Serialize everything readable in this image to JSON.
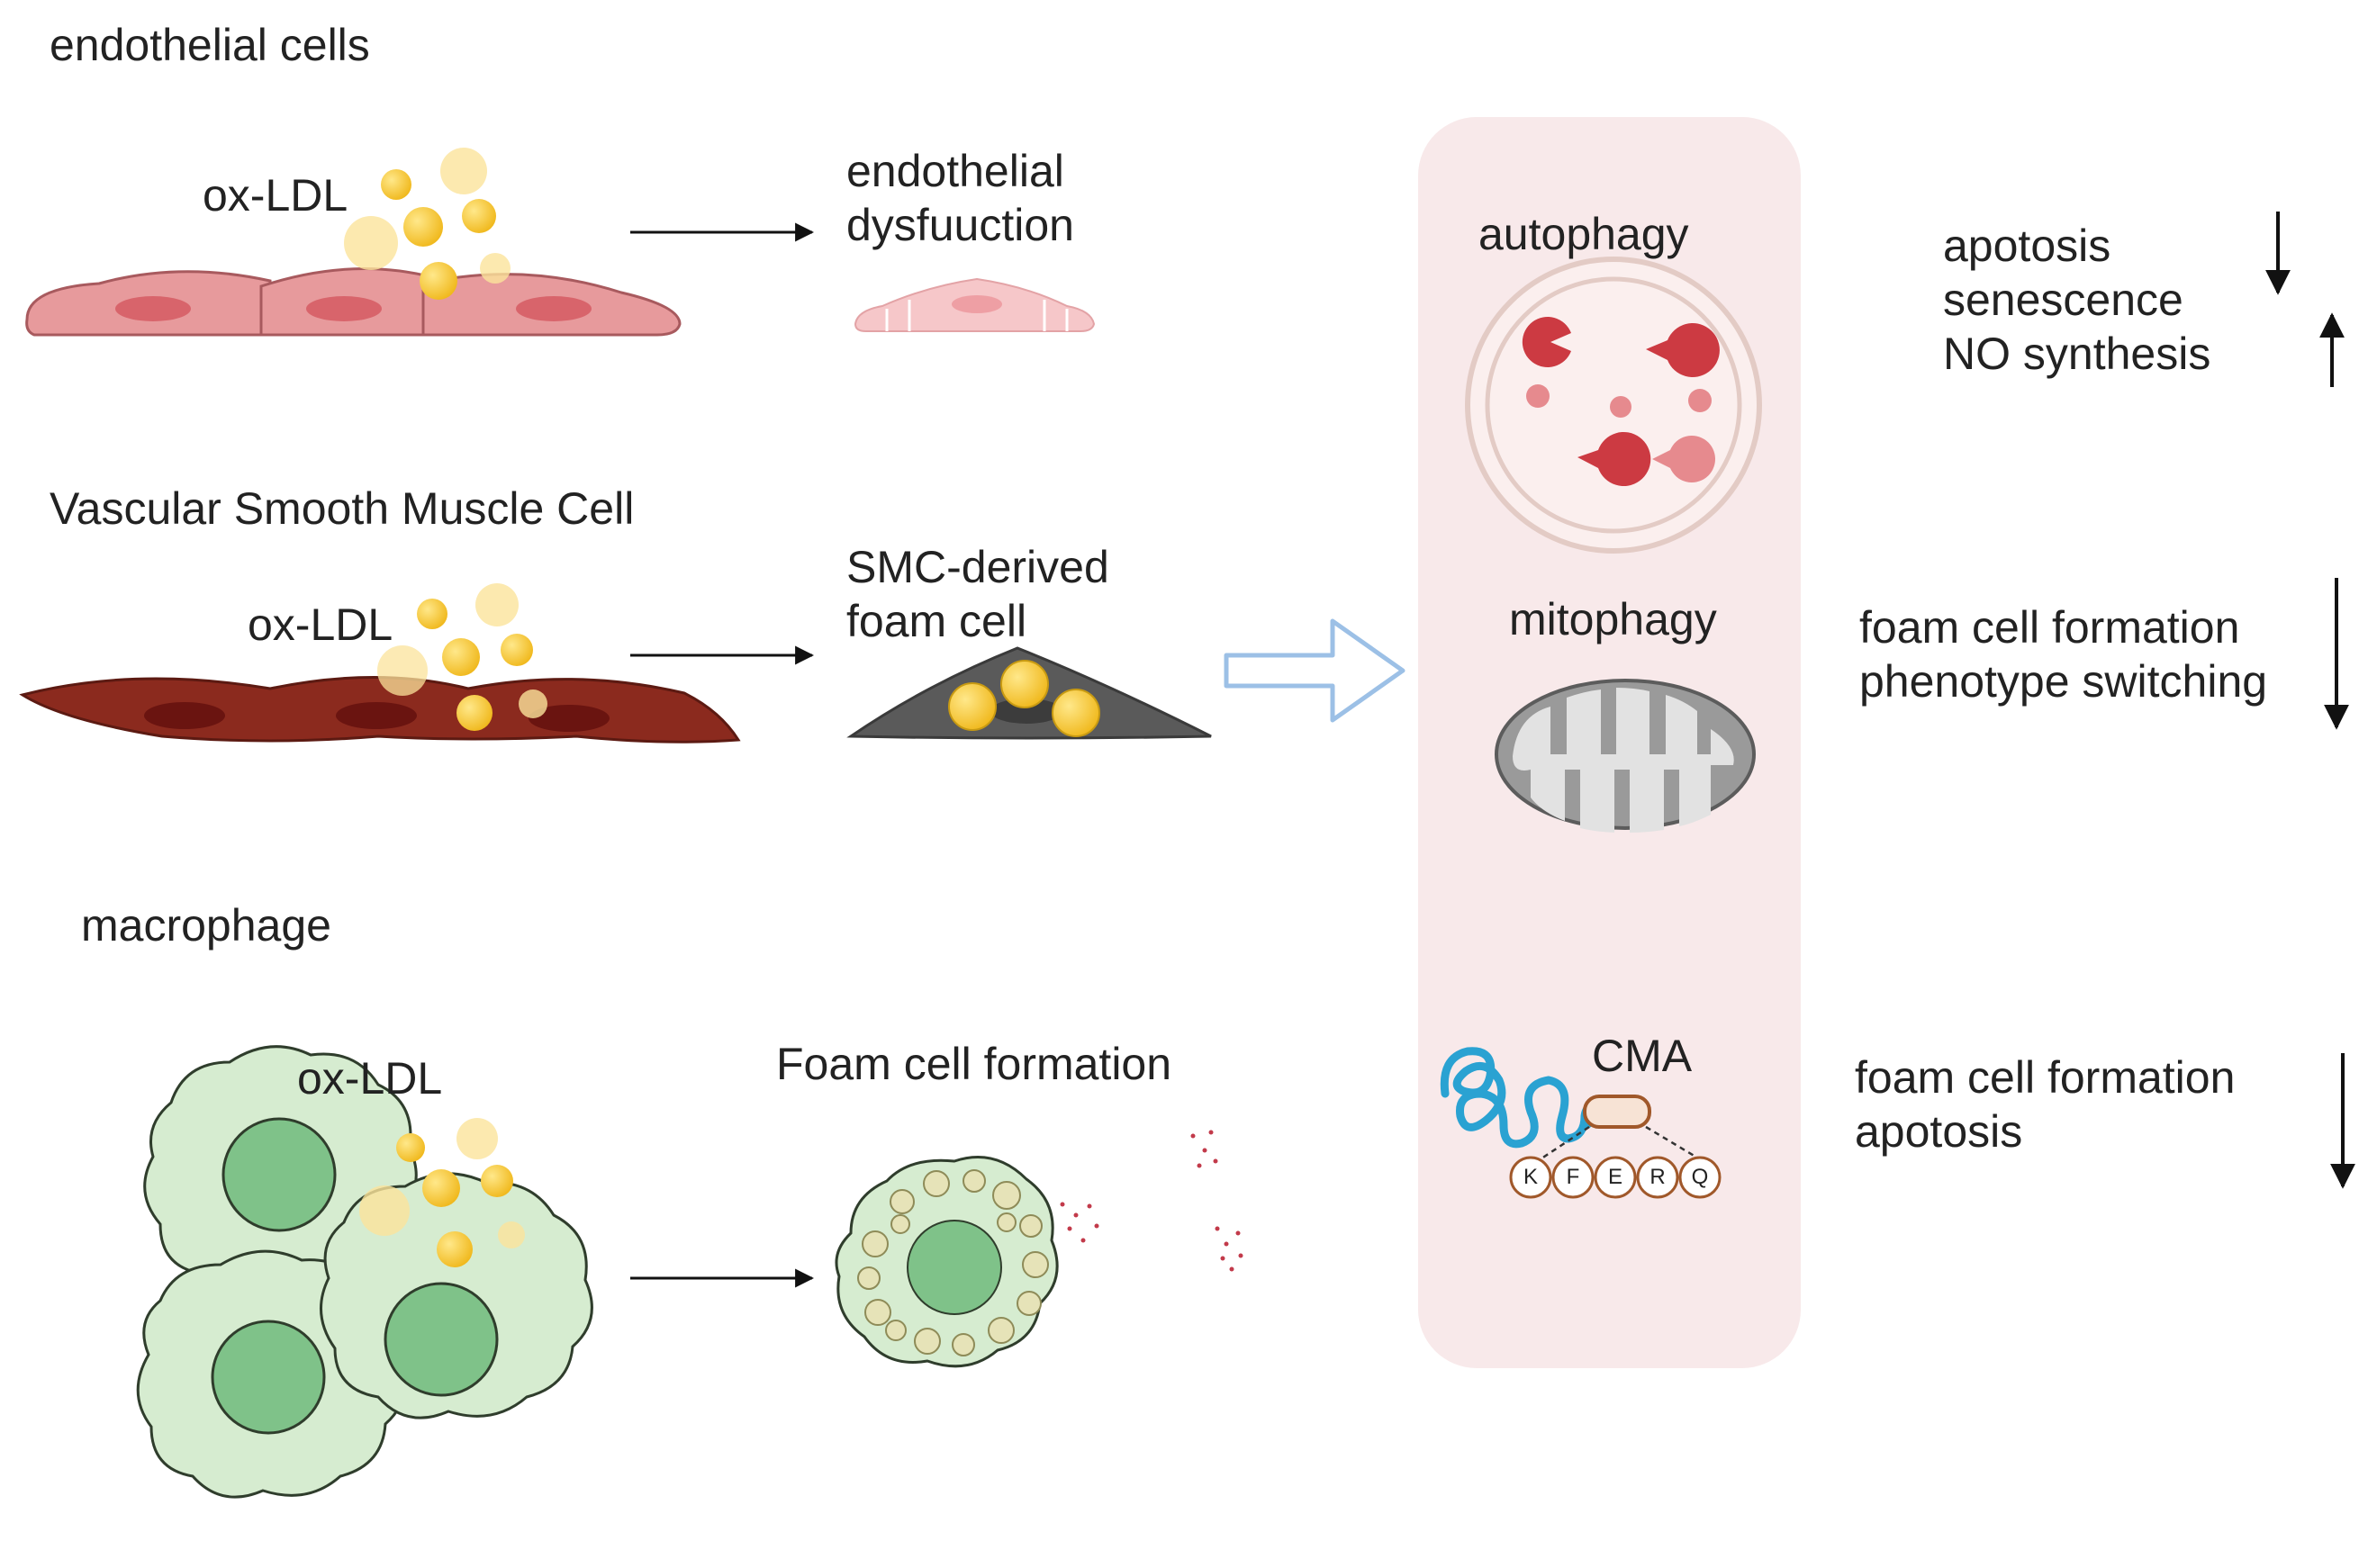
{
  "rows": {
    "endothelial": {
      "title": "endothelial cells",
      "stimulus": "ox-LDL",
      "outcome_line1": "endothelial",
      "outcome_line2": "dysfuuction"
    },
    "vsmc": {
      "title": "Vascular Smooth Muscle Cell",
      "stimulus": "ox-LDL",
      "outcome_line1": "SMC-derived",
      "outcome_line2": "foam cell"
    },
    "macrophage": {
      "title": "macrophage",
      "stimulus": "ox-LDL",
      "outcome": "Foam cell formation"
    }
  },
  "pathways": {
    "autophagy": {
      "label": "autophagy",
      "effects": [
        "apotosis",
        "senescence",
        "NO synthesis"
      ]
    },
    "mitophagy": {
      "label": "mitophagy",
      "effects": [
        "foam cell formation",
        "phenotype switching"
      ]
    },
    "cma": {
      "label": "CMA",
      "motif": [
        "K",
        "F",
        "E",
        "R",
        "Q"
      ],
      "effects": [
        "foam cell formation",
        "apotosis"
      ]
    }
  },
  "colors": {
    "panel_bg": "#f8e9ea",
    "ldl": "#f2c12e",
    "endothelial": "#e79a9c",
    "vsmc": "#8b2a1e",
    "foam_smc": "#5a5a5a",
    "macrophage": "#d6ecd0",
    "nucleus_green": "#7fc289",
    "autophagy_red": "#cc3a42",
    "mito_grey": "#9a9a9a",
    "cma_blue": "#2aa2d2",
    "cma_brown": "#a0582a",
    "big_arrow": "#9cc0e6"
  }
}
